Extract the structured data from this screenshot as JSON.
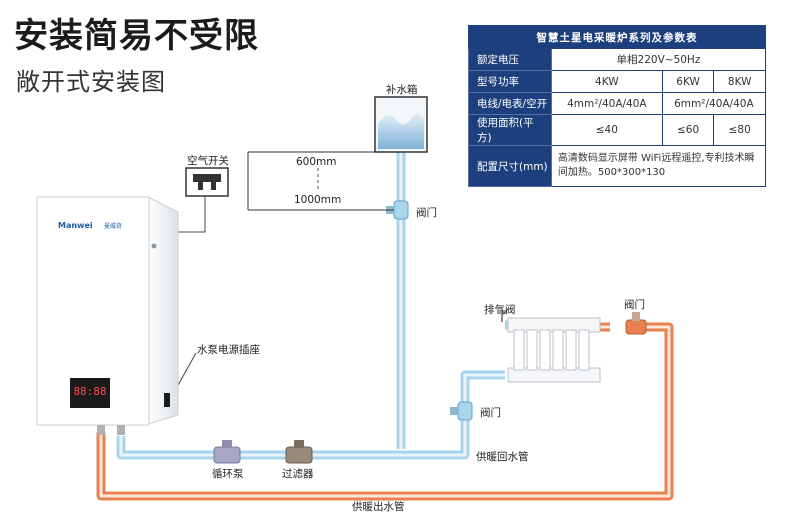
{
  "heading": {
    "title": "安装简易不受限",
    "subtitle": "敞开式安装图"
  },
  "spec_table": {
    "title": "智慧土星电采暖炉系列及参数表",
    "rows": [
      {
        "label": "额定电压",
        "value": "单相220V~50Hz"
      },
      {
        "label": "型号功率",
        "values": [
          "4KW",
          "6KW",
          "8KW"
        ]
      },
      {
        "label": "电线/电表/空开",
        "values": [
          "4mm²/40A/40A",
          "6mm²/40A/40A"
        ]
      },
      {
        "label": "使用面积(平方)",
        "values": [
          "≤40",
          "≤60",
          "≤80"
        ]
      },
      {
        "label": "配置尺寸(mm)",
        "value": "高清数码显示屏带 WiFi远程遥控,专利技术瞬间加热。500*300*130"
      }
    ]
  },
  "labels": {
    "water_tank": "补水箱",
    "air_switch": "空气开关",
    "height_600": "600mm",
    "height_1000": "1000mm",
    "valve_top": "阀门",
    "exhaust_valve": "排气阀",
    "valve_right": "阀门",
    "valve_mid": "阀门",
    "pump_socket": "水泵电源插座",
    "circulating_pump": "循环泵",
    "filter": "过滤器",
    "return_pipe": "供暖回水管",
    "outlet_pipe": "供暖出水管"
  },
  "boiler": {
    "brand": "Manwei",
    "brand_cn": "曼威奇",
    "display": "88:88"
  },
  "colors": {
    "supply_pipe": "#e8814f",
    "return_pipe": "#a8d4ec",
    "header": "#1d3f7d"
  }
}
